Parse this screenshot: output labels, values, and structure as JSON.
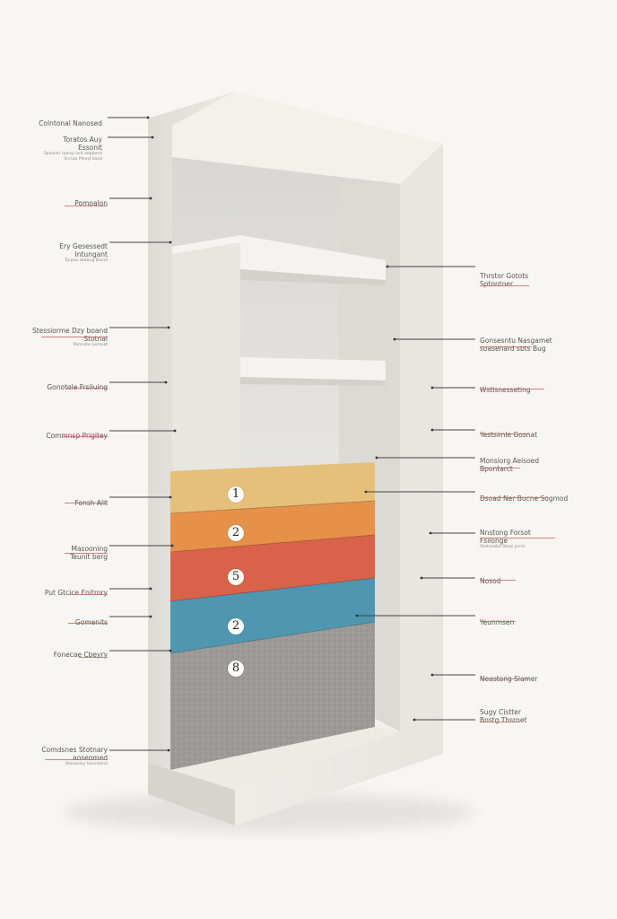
{
  "colors": {
    "background": "#f7f6f2",
    "concrete_front": "#e4e2dd",
    "concrete_side": "#f0eee9",
    "concrete_shadow": "#c9c7c1",
    "leader_line": "#444444",
    "underline": "#c96e62",
    "layer_yellow": "#e6c07a",
    "layer_orange": "#e6914a",
    "layer_red": "#d9634a",
    "layer_blue": "#4f97b1",
    "layer_gray": "#9a9a98"
  },
  "layers": [
    {
      "number": "1",
      "color": "layer_yellow"
    },
    {
      "number": "2",
      "color": "layer_orange"
    },
    {
      "number": "5",
      "color": "layer_red"
    },
    {
      "number": "2",
      "color": "layer_blue"
    },
    {
      "number": "8",
      "color": "layer_gray"
    }
  ],
  "left_callouts": [
    {
      "text": "Colntonal Nanosed",
      "sub": ""
    },
    {
      "text": "Toratos Auy\nEssonit",
      "sub": "Spaoner taeng Lsnt aepbend\nSrcsaa Pleoyt bsod"
    },
    {
      "text": "Pomoalon",
      "sub": ""
    },
    {
      "text": "Ery Gesessedt\nIntungant",
      "sub": "Torpoo sboting Brond"
    },
    {
      "text": "Stessiorme Dzy boand\nStotnal",
      "sub": "Pomrote Gemoat"
    },
    {
      "text": "Gonotole Frsiluing",
      "sub": ""
    },
    {
      "text": "Commnsp Prigitey",
      "sub": ""
    },
    {
      "text": "Fonsh Alit",
      "sub": ""
    },
    {
      "text": "Masooning\nTeunit berg",
      "sub": ""
    },
    {
      "text": "Put Gtcice Enitrory",
      "sub": ""
    },
    {
      "text": "Gomenits",
      "sub": ""
    },
    {
      "text": "Fonecae Cbeyry",
      "sub": ""
    },
    {
      "text": "Comdsnes Stotnary\naoseomed",
      "sub": "Beinaeloy hosnstond"
    }
  ],
  "right_callouts": [
    {
      "text": "Thrstor Gotots\nSptontoer",
      "sub": ""
    },
    {
      "text": "Gonsesntu Nasgamet\nsoasenard sbts Bug",
      "sub": ""
    },
    {
      "text": "Wstlsnesseting",
      "sub": ""
    },
    {
      "text": "Yestsimle Gosnat",
      "sub": ""
    },
    {
      "text": "Monsiorg Aeisoed\nBpontarct",
      "sub": ""
    },
    {
      "text": "Dsoad Ner Bucne Sogmod",
      "sub": ""
    },
    {
      "text": "Nnstong Forsot\nFsilonge",
      "sub": "Sbstonabe Sbasi pcret"
    },
    {
      "text": "Nosod",
      "sub": ""
    },
    {
      "text": "Yeunmsen",
      "sub": ""
    },
    {
      "text": "Neastang Slamer",
      "sub": ""
    },
    {
      "text": "Sugy Cistter\nBnstg Tbsrnet",
      "sub": ""
    }
  ]
}
